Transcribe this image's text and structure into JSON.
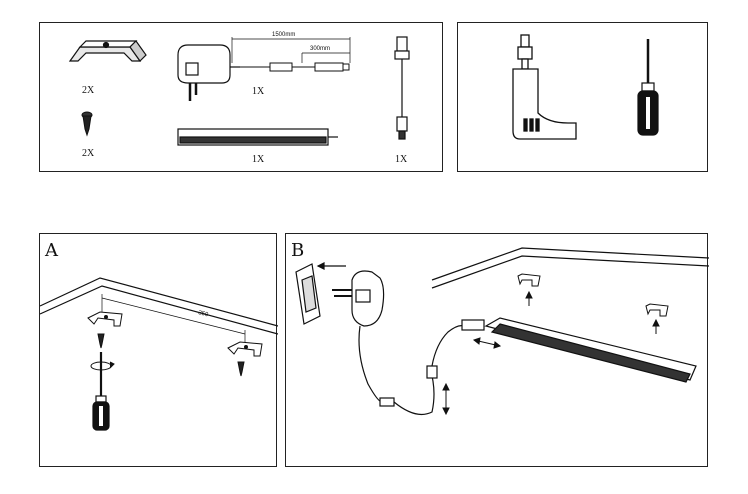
{
  "parts_panel": {
    "bracket_qty": "2X",
    "adapter_qty": "1X",
    "screw_qty": "2X",
    "light_bar_qty": "1X",
    "connector_cable_qty": "1X",
    "cable_length_label": "1500mm",
    "plug_length_label": "300mm"
  },
  "tools_panel": {
    "tools": [
      "drill-icon",
      "screwdriver-icon"
    ]
  },
  "step_a": {
    "letter": "A",
    "spacing_label": "350"
  },
  "step_b": {
    "letter": "B"
  }
}
